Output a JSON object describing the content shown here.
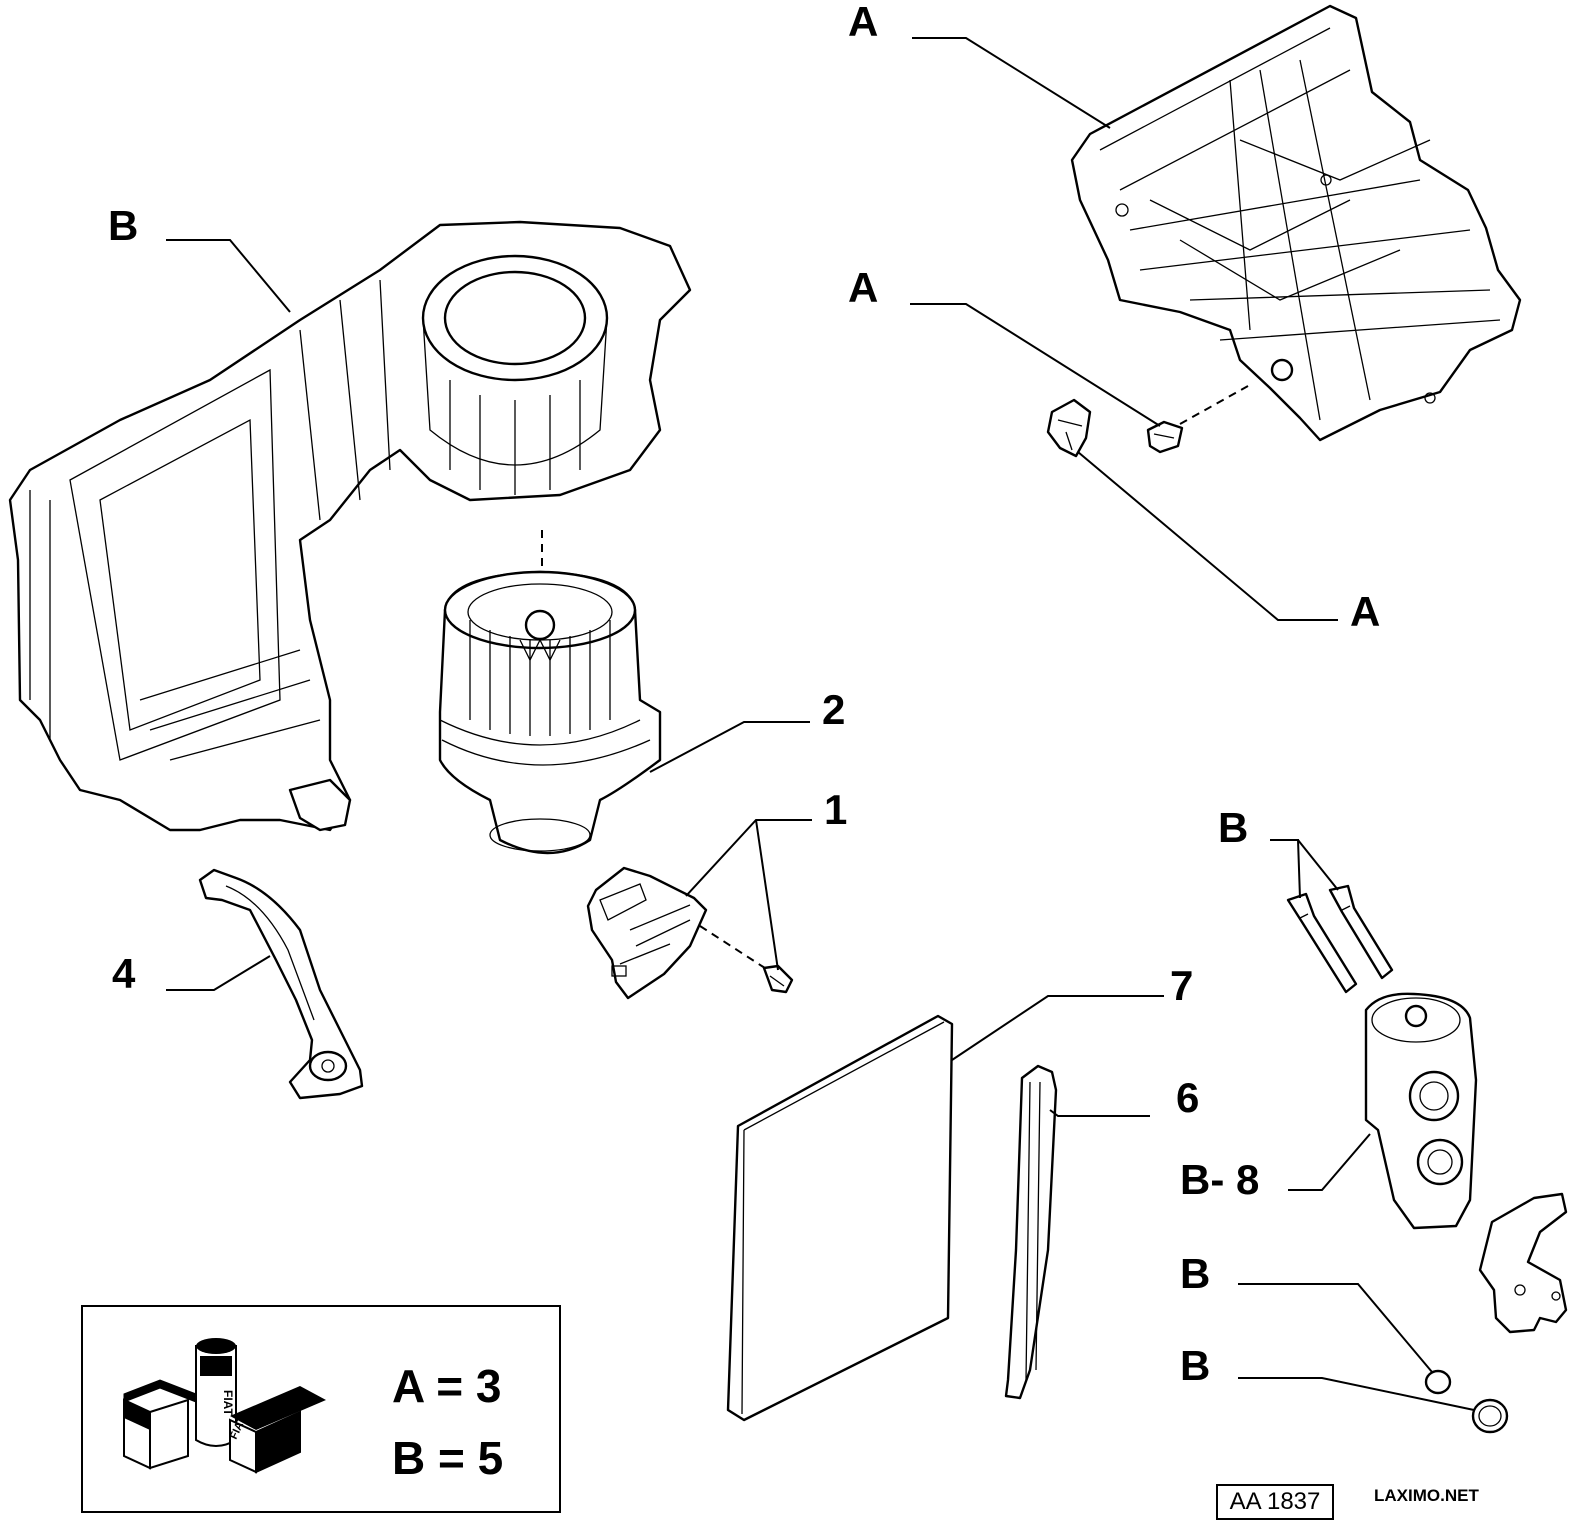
{
  "callouts": {
    "a_top": "A",
    "a_mid": "A",
    "a_right": "A",
    "b_housing": "B",
    "n2": "2",
    "n1": "1",
    "n4": "4",
    "b_bolts": "B",
    "n7": "7",
    "n6": "6",
    "b8": "B- 8",
    "b_oring1": "B",
    "b_oring2": "B"
  },
  "kit_legend": {
    "line_a": "A = 3",
    "line_b": "B = 5",
    "box_brand_1": "FIAT",
    "box_brand_2": "FIAT"
  },
  "drawing_code": "AA 1837",
  "watermark": "LAXIMO.NET"
}
